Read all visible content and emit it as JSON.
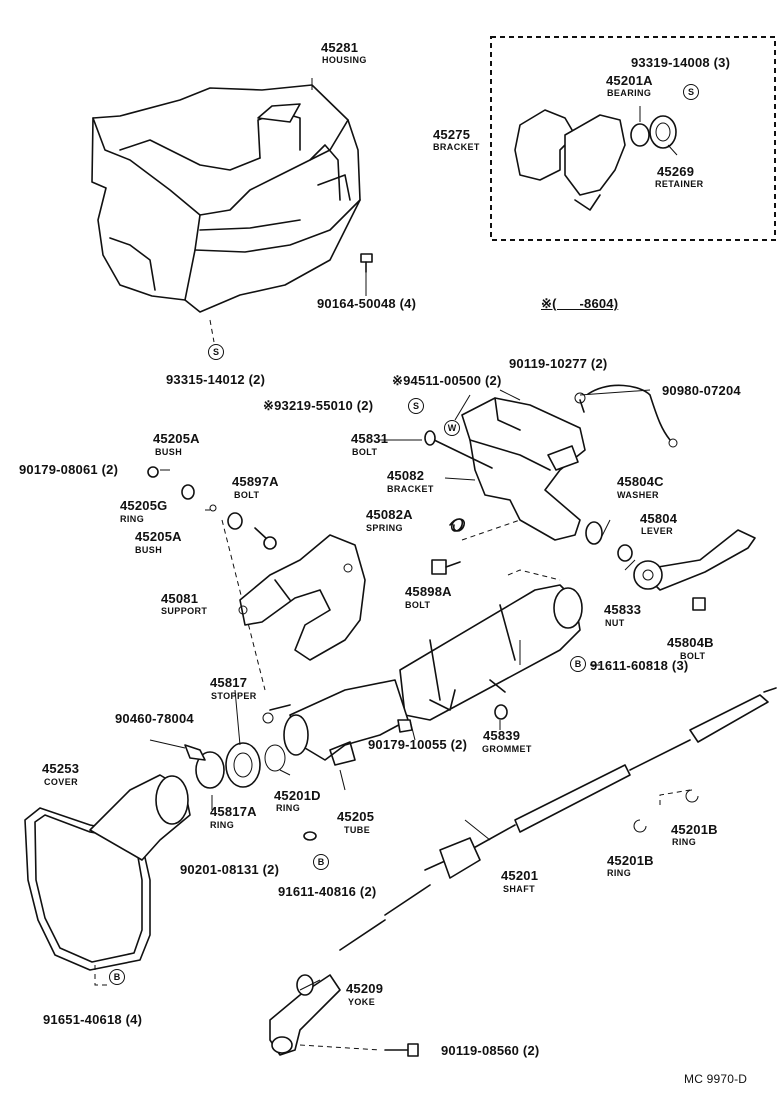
{
  "parts": {
    "p45281": {
      "num": "45281",
      "name": "HOUSING"
    },
    "p90164": {
      "num": "90164-50048 (4)"
    },
    "p93315": {
      "num": "93315-14012 (2)"
    },
    "p93319": {
      "num": "93319-14008 (3)"
    },
    "p45201A": {
      "num": "45201A",
      "name": "BEARING"
    },
    "p45275": {
      "num": "45275",
      "name": "BRACKET"
    },
    "p45269": {
      "num": "45269",
      "name": "RETAINER"
    },
    "range_note": "※(      -8604)",
    "p90119_10277": {
      "num": "90119-10277 (2)"
    },
    "p94511": {
      "num": "※94511-00500 (2)"
    },
    "p90980": {
      "num": "90980-07204"
    },
    "p93219": {
      "num": "※93219-55010 (2)"
    },
    "p45831": {
      "num": "45831",
      "name": "BOLT"
    },
    "p45082": {
      "num": "45082",
      "name": "BRACKET"
    },
    "p45082A": {
      "num": "45082A",
      "name": "SPRING"
    },
    "p45898A": {
      "num": "45898A",
      "name": "BOLT"
    },
    "p45804C": {
      "num": "45804C",
      "name": "WASHER"
    },
    "p45804": {
      "num": "45804",
      "name": "LEVER"
    },
    "p45833": {
      "num": "45833",
      "name": "NUT"
    },
    "p45804B": {
      "num": "45804B",
      "name": "BOLT"
    },
    "p91611_60818": {
      "num": "91611-60818 (3)"
    },
    "p45205A_top": {
      "num": "45205A",
      "name": "BUSH"
    },
    "p90179_08061": {
      "num": "90179-08061 (2)"
    },
    "p45205G": {
      "num": "45205G",
      "name": "RING"
    },
    "p45897A": {
      "num": "45897A",
      "name": "BOLT"
    },
    "p45205A_bot": {
      "num": "45205A",
      "name": "BUSH"
    },
    "p45081": {
      "num": "45081",
      "name": "SUPPORT"
    },
    "p45817": {
      "num": "45817",
      "name": "STOPPER"
    },
    "p90460": {
      "num": "90460-78004"
    },
    "p45253": {
      "num": "45253",
      "name": "COVER"
    },
    "p45201D": {
      "num": "45201D",
      "name": "RING"
    },
    "p45205": {
      "num": "45205",
      "name": "TUBE"
    },
    "p45817A": {
      "num": "45817A",
      "name": "RING"
    },
    "p90201": {
      "num": "90201-08131 (2)"
    },
    "p91611_40816": {
      "num": "91611-40816 (2)"
    },
    "p90179_10055": {
      "num": "90179-10055 (2)"
    },
    "p45839": {
      "num": "45839",
      "name": "GROMMET"
    },
    "p45201": {
      "num": "45201",
      "name": "SHAFT"
    },
    "p45201B_a": {
      "num": "45201B",
      "name": "RING"
    },
    "p45201B_b": {
      "num": "45201B",
      "name": "RING"
    },
    "p45209": {
      "num": "45209",
      "name": "YOKE"
    },
    "p91651": {
      "num": "91651-40618 (4)"
    },
    "p90119_08560": {
      "num": "90119-08560 (2)"
    }
  },
  "symbols": {
    "s": "S",
    "w": "W",
    "b": "B"
  },
  "footer": {
    "code": "MC  9970-D"
  }
}
